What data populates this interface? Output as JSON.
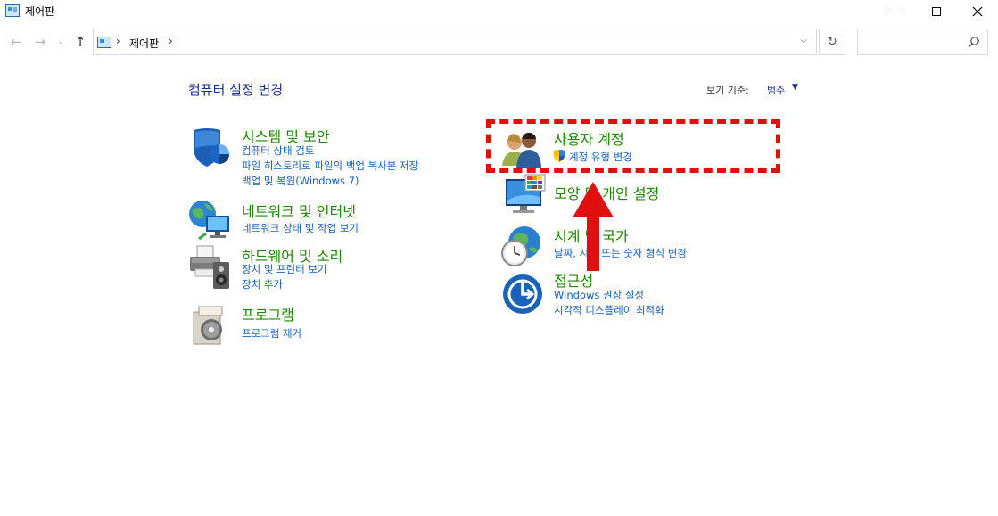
{
  "window": {
    "title": "제어판"
  },
  "address_bar": {
    "breadcrumb": "제어판",
    "search_placeholder": ""
  },
  "header": {
    "title": "컴퓨터 설정 변경",
    "view_by_label": "보기 기준:",
    "view_by_value": "범주"
  },
  "categories": [
    {
      "title": "시스템 및 보안",
      "icon": "security-shield-icon",
      "links": [
        "컴퓨터 상태 검토",
        "파일 히스토리로 파일의 백업 복사본 저장",
        "백업 및 복원(Windows 7)"
      ]
    },
    {
      "title": "네트워크 및 인터넷",
      "icon": "network-globe-icon",
      "links": [
        "네트워크 상태 및 작업 보기"
      ]
    },
    {
      "title": "하드웨어 및 소리",
      "icon": "printer-speaker-icon",
      "links": [
        "장치 및 프린터 보기",
        "장치 추가"
      ]
    },
    {
      "title": "프로그램",
      "icon": "program-disc-icon",
      "links": [
        "프로그램 제거"
      ]
    },
    {
      "title": "사용자 계정",
      "icon": "user-accounts-icon",
      "links": [
        "계정 유형 변경"
      ]
    },
    {
      "title": "모양 및 개인 설정",
      "icon": "appearance-monitor-icon",
      "links": []
    },
    {
      "title": "시계 및 국가",
      "icon": "clock-globe-icon",
      "links": [
        "날짜, 시간 또는 숫자 형식 변경"
      ]
    },
    {
      "title": "접근성",
      "icon": "ease-of-access-icon",
      "links": [
        "Windows 권장 설정",
        "시각적 디스플레이 최적화"
      ]
    }
  ],
  "colors": {
    "category_title": "#1e8700",
    "link": "#1a5fb4",
    "header_title": "#1e3287",
    "annotation": "#e01010"
  }
}
